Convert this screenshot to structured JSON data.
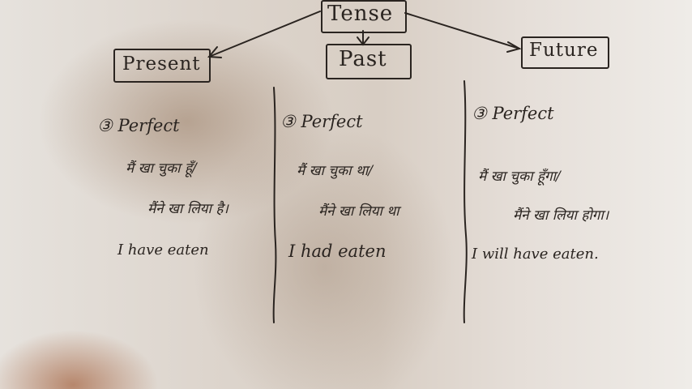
{
  "diagram": {
    "root": "Tense",
    "branches": [
      {
        "label": "Present",
        "heading": "③ Perfect",
        "hindi_line1": "मैं खा चुका हूँ/",
        "hindi_line2": "मैंने खा लिया है।",
        "english": "I have eaten"
      },
      {
        "label": "Past",
        "heading": "③ Perfect",
        "hindi_line1": "मैं खा चुका था/",
        "hindi_line2": "मैंने खा लिया था",
        "english": "I had eaten"
      },
      {
        "label": "Future",
        "heading": "③ Perfect",
        "hindi_line1": "मैं खा चुका हूँगा/",
        "hindi_line2": "मैंने खा लिया होगा।",
        "english": "I will have eaten."
      }
    ]
  }
}
